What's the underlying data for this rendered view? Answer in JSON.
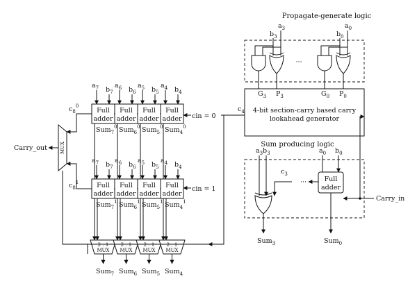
{
  "title_pg": "Propagate-generate logic",
  "title_sum": "Sum producing logic",
  "cla_label_1": "4-bit section-carry based carry",
  "cla_label_2": "lookahead generator",
  "carry_out": "Carry_out",
  "carry_in": "Carry_in",
  "cin0": "cin = 0",
  "cin1": "cin = 1",
  "c4": "c",
  "c4_sub": "4",
  "c8": "c",
  "c8_sub": "8",
  "c8_top_sup": "0",
  "c8_bot_sup": "1",
  "c3": "c",
  "c3_sub": "3",
  "fa_line1": "Full",
  "fa_line2": "adder",
  "mux_label": "2 : 1",
  "mux_label2": "MUX",
  "carry_mux_label": "MUX",
  "ellipsis": "···",
  "pg_inputs": [
    {
      "a": "a",
      "a_sub": "3",
      "b": "b",
      "b_sub": "3"
    },
    {
      "a": "a",
      "a_sub": "0",
      "b": "b",
      "b_sub": "0"
    }
  ],
  "pg_outputs": [
    {
      "t": "G",
      "s": "3"
    },
    {
      "t": "P",
      "s": "3"
    },
    {
      "t": "G",
      "s": "0"
    },
    {
      "t": "P",
      "s": "0"
    }
  ],
  "sum_block_inputs": [
    {
      "t": "a",
      "s": "3"
    },
    {
      "t": "b",
      "s": "3"
    },
    {
      "t": "a",
      "s": "0"
    },
    {
      "t": "b",
      "s": "0"
    }
  ],
  "sum_block_outputs": [
    {
      "t": "Sum",
      "s": "3"
    },
    {
      "t": "Sum",
      "s": "0"
    }
  ],
  "top_row": [
    {
      "a": "a",
      "a_sub": "7",
      "b": "b",
      "b_sub": "7",
      "sum": "Sum",
      "sum_sub": "7",
      "sum_sup": "0"
    },
    {
      "a": "a",
      "a_sub": "6",
      "b": "b",
      "b_sub": "6",
      "sum": "Sum",
      "sum_sub": "6",
      "sum_sup": "0"
    },
    {
      "a": "a",
      "a_sub": "5",
      "b": "b",
      "b_sub": "5",
      "sum": "Sum",
      "sum_sub": "5",
      "sum_sup": "0"
    },
    {
      "a": "a",
      "a_sub": "4",
      "b": "b",
      "b_sub": "4",
      "sum": "Sum",
      "sum_sub": "4",
      "sum_sup": "0"
    }
  ],
  "bottom_row": [
    {
      "a": "a",
      "a_sub": "7",
      "b": "b",
      "b_sub": "7",
      "sum": "Sum",
      "sum_sub": "7",
      "sum_sup": "1"
    },
    {
      "a": "a",
      "a_sub": "6",
      "b": "b",
      "b_sub": "6",
      "sum": "Sum",
      "sum_sub": "6",
      "sum_sup": "1"
    },
    {
      "a": "a",
      "a_sub": "5",
      "b": "b",
      "b_sub": "5",
      "sum": "Sum",
      "sum_sub": "5",
      "sum_sup": "1"
    },
    {
      "a": "a",
      "a_sub": "4",
      "b": "b",
      "b_sub": "4",
      "sum": "Sum",
      "sum_sub": "4",
      "sum_sup": "1"
    }
  ],
  "final_sums": [
    {
      "t": "Sum",
      "s": "7"
    },
    {
      "t": "Sum",
      "s": "6"
    },
    {
      "t": "Sum",
      "s": "5"
    },
    {
      "t": "Sum",
      "s": "4"
    }
  ]
}
